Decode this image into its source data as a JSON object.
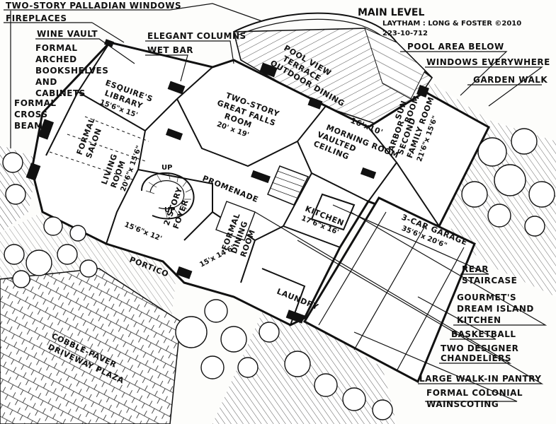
{
  "callouts": {
    "palladian": "TWO-STORY PALLADIAN WINDOWS",
    "fireplaces": "FIREPLACES",
    "wine_vault": "WINE VAULT",
    "formal_arched_1": "FORMAL",
    "formal_arched_2": "ARCHED",
    "formal_arched_3": "BOOKSHELVES",
    "formal_arched_4": "AND",
    "formal_arched_5": "CABINETS",
    "cross_beams_1": "FORMAL",
    "cross_beams_2": "CROSS",
    "cross_beams_3": "BEAMS",
    "elegant_columns": "ELEGANT COLUMNS",
    "wet_bar": "WET BAR",
    "pool_area": "POOL AREA BELOW",
    "windows_everywhere": "WINDOWS EVERYWHERE",
    "garden_walk": "GARDEN WALK",
    "rear_staircase_1": "REAR",
    "rear_staircase_2": "STAIRCASE",
    "gourmet_1": "GOURMET'S",
    "gourmet_2": "DREAM ISLAND",
    "gourmet_3": "KITCHEN",
    "basketball": "BASKETBALL",
    "chandeliers_1": "TWO DESIGNER",
    "chandeliers_2": "CHANDELIERS",
    "pantry": "LARGE WALK-IN PANTRY",
    "wainscoting_1": "FORMAL COLONIAL",
    "wainscoting_2": "WAINSCOTING"
  },
  "header": {
    "level": "MAIN LEVEL",
    "credit": "LAYTHAM : LONG & FOSTER ©2010",
    "phone": "223-10-712"
  },
  "rooms": {
    "library_1": "ESQUIRE'S",
    "library_2": "LIBRARY",
    "library_dim": "15'6\"x 15'",
    "great_1": "TWO-STORY",
    "great_2": "GREAT FALLS",
    "great_3": "ROOM",
    "great_dim": "20' x 19'",
    "terrace_1": "POOL VIEW",
    "terrace_2": "TERRACE",
    "terrace_3": "OUTDOOR DINING",
    "morning_1": "MORNING ROOM",
    "morning_2": "VAULTED",
    "morning_3": "CEILING",
    "morning_dim": "16'x10'",
    "sun_1": "SUN",
    "sun_2": "ROOM",
    "sun_3": "ARBOR",
    "sun_4": "SECOND",
    "sun_5": "FAMILY ROOM",
    "sun_dim": "21'6\"x 15'6\"",
    "salon_1": "FORMAL",
    "salon_2": "SALON",
    "salon_3": "LIVING",
    "salon_4": "ROOM",
    "salon_dim": "20'6\"x 15'6\"",
    "promenade": "PROMENADE",
    "foyer_1": "2-STORY",
    "foyer_2": "FOYER",
    "foyer_dim": "15'6\"x 12'",
    "dining_1": "FORMAL",
    "dining_2": "DINING",
    "dining_3": "ROOM",
    "dining_dim": "15'x 14'6\"",
    "kitchen": "KITCHEN",
    "kitchen_dim": "17'6\"x 16'",
    "laundry": "LAUNDRY",
    "garage": "3-CAR GARAGE",
    "garage_dim": "35'6\"x 20'6\"",
    "portico": "PORTICO",
    "driveway_1": "COBBLE-PAVER",
    "driveway_2": "DRIVEWAY PLAZA",
    "stair_up": "UP",
    "stair_up2": "UP"
  }
}
